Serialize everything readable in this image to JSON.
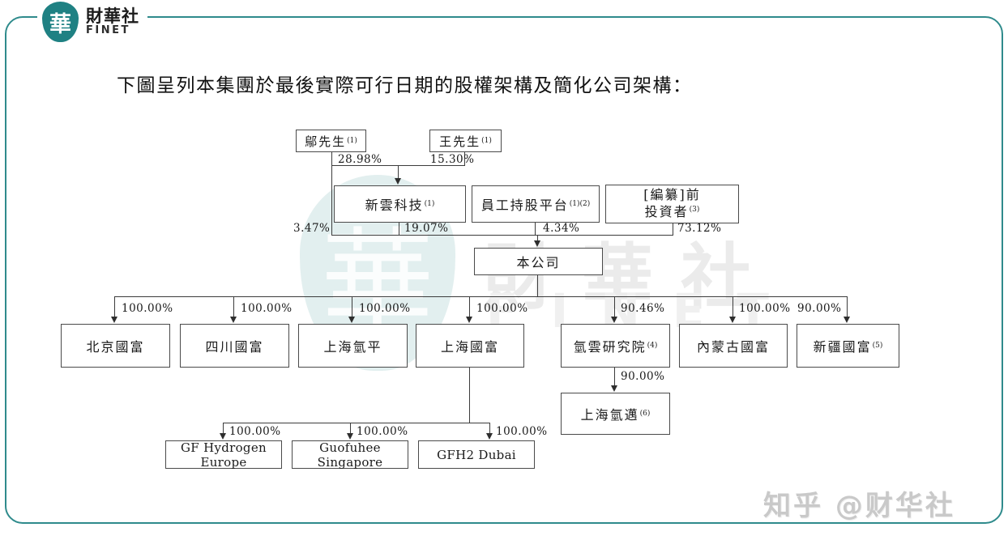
{
  "brand": {
    "logo_char": "華",
    "name_zh": "財華社",
    "name_en": "FINET"
  },
  "title": "下圖呈列本集團於最後實際可行日期的股權架構及簡化公司架構：",
  "watermark": {
    "logo_char": "華",
    "name_zh": "財華社",
    "name_en": "FINET",
    "credit": "知乎 @财华社"
  },
  "colors": {
    "brand_teal": "#1f8183",
    "frame_teal": "#2f8b8c",
    "line_gray": "#3c3c3c",
    "watermark_gray": "#ebebeb"
  },
  "diagram": {
    "nodes": {
      "wu": {
        "label": "鄔先生",
        "sup": "(1)"
      },
      "wang": {
        "label": "王先生",
        "sup": "(1)"
      },
      "xinyun": {
        "label": "新雲科技",
        "sup": "(1)"
      },
      "esop": {
        "label": "員工持股平台",
        "sup": "(1)(2)"
      },
      "preipo": {
        "line1": "[編纂]前",
        "line2": "投資者",
        "sup": "(3)"
      },
      "company": {
        "label": "本公司"
      },
      "beijing": {
        "label": "北京國富"
      },
      "sichuan": {
        "label": "四川國富"
      },
      "shanghai_qingping": {
        "label": "上海氫平"
      },
      "shanghai_guofu": {
        "label": "上海國富"
      },
      "qingyun_institute": {
        "label": "氫雲研究院",
        "sup": "(4)"
      },
      "neimenggu": {
        "label": "內蒙古國富"
      },
      "xinjiang": {
        "label": "新疆國富",
        "sup": "(5)"
      },
      "shanghai_qingmai": {
        "label": "上海氫邁",
        "sup": "(6)"
      },
      "gf_hydrogen_europe": {
        "label": "GF Hydrogen Europe"
      },
      "guofuhee_singapore": {
        "label": "Guofuhee Singapore"
      },
      "gfh2_dubai": {
        "label": "GFH2 Dubai"
      }
    },
    "ownership": [
      {
        "from": "鄔先生",
        "to": "新雲科技",
        "pct": "28.98%"
      },
      {
        "from": "王先生",
        "to": "新雲科技",
        "pct": "15.30%"
      },
      {
        "from": "鄔先生",
        "to": "本公司",
        "pct": "3.47%"
      },
      {
        "from": "新雲科技",
        "to": "本公司",
        "pct": "19.07%"
      },
      {
        "from": "員工持股平台",
        "to": "本公司",
        "pct": "4.34%"
      },
      {
        "from": "[編纂]前投資者",
        "to": "本公司",
        "pct": "73.12%"
      },
      {
        "from": "本公司",
        "to": "北京國富",
        "pct": "100.00%"
      },
      {
        "from": "本公司",
        "to": "四川國富",
        "pct": "100.00%"
      },
      {
        "from": "本公司",
        "to": "上海氫平",
        "pct": "100.00%"
      },
      {
        "from": "本公司",
        "to": "上海國富",
        "pct": "100.00%"
      },
      {
        "from": "本公司",
        "to": "氫雲研究院",
        "pct": "90.46%"
      },
      {
        "from": "本公司",
        "to": "內蒙古國富",
        "pct": "100.00%"
      },
      {
        "from": "本公司",
        "to": "新疆國富",
        "pct": "90.00%"
      },
      {
        "from": "氫雲研究院",
        "to": "上海氫邁",
        "pct": "90.00%"
      },
      {
        "from": "上海國富",
        "to": "GF Hydrogen Europe",
        "pct": "100.00%"
      },
      {
        "from": "上海國富",
        "to": "Guofuhee Singapore",
        "pct": "100.00%"
      },
      {
        "from": "上海國富",
        "to": "GFH2 Dubai",
        "pct": "100.00%"
      }
    ]
  }
}
